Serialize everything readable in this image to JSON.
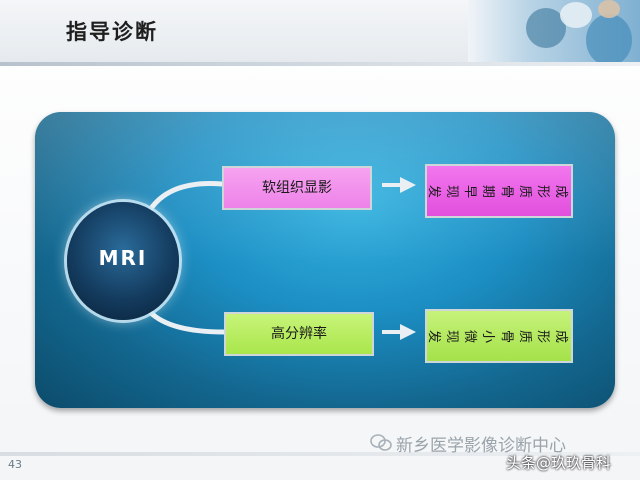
{
  "slide": {
    "title": "指导诊断",
    "page_number": "43"
  },
  "diagram": {
    "root": "MRI",
    "branches": [
      {
        "label": "软组织显影",
        "result": "发现早期骨质形成",
        "color": "#ee82e9"
      },
      {
        "label": "高分辨率",
        "result": "发现微小骨质形成",
        "color": "#a9e64b"
      }
    ]
  },
  "watermark": {
    "source": "新乡医学影像诊断中心",
    "platform": "头条",
    "account": "@玖玖骨科"
  },
  "colors": {
    "panel": "#1c8fc4",
    "node": "#143c5f",
    "connector": "#e8eef2"
  }
}
